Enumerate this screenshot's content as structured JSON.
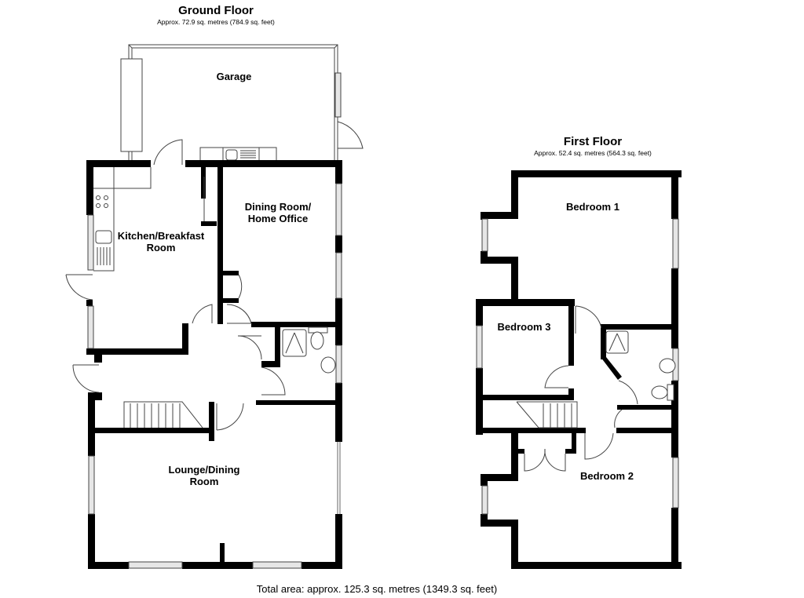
{
  "ground_floor": {
    "title": "Ground Floor",
    "area": "Approx. 72.9 sq. metres (784.9 sq. feet)",
    "rooms": {
      "garage": "Garage",
      "kitchen_line1": "Kitchen/Breakfast",
      "kitchen_line2": "Room",
      "dining_line1": "Dining Room/",
      "dining_line2": "Home Office",
      "lounge_line1": "Lounge/Dining",
      "lounge_line2": "Room"
    }
  },
  "first_floor": {
    "title": "First Floor",
    "area": "Approx. 52.4 sq. metres (564.3 sq. feet)",
    "rooms": {
      "bedroom1": "Bedroom 1",
      "bedroom2": "Bedroom 2",
      "bedroom3": "Bedroom 3"
    }
  },
  "total_area": "Total area: approx. 125.3 sq. metres (1349.3 sq. feet)",
  "colors": {
    "wall": "#000000",
    "line": "#555555",
    "window": "#d8d8d8",
    "background": "#ffffff"
  }
}
